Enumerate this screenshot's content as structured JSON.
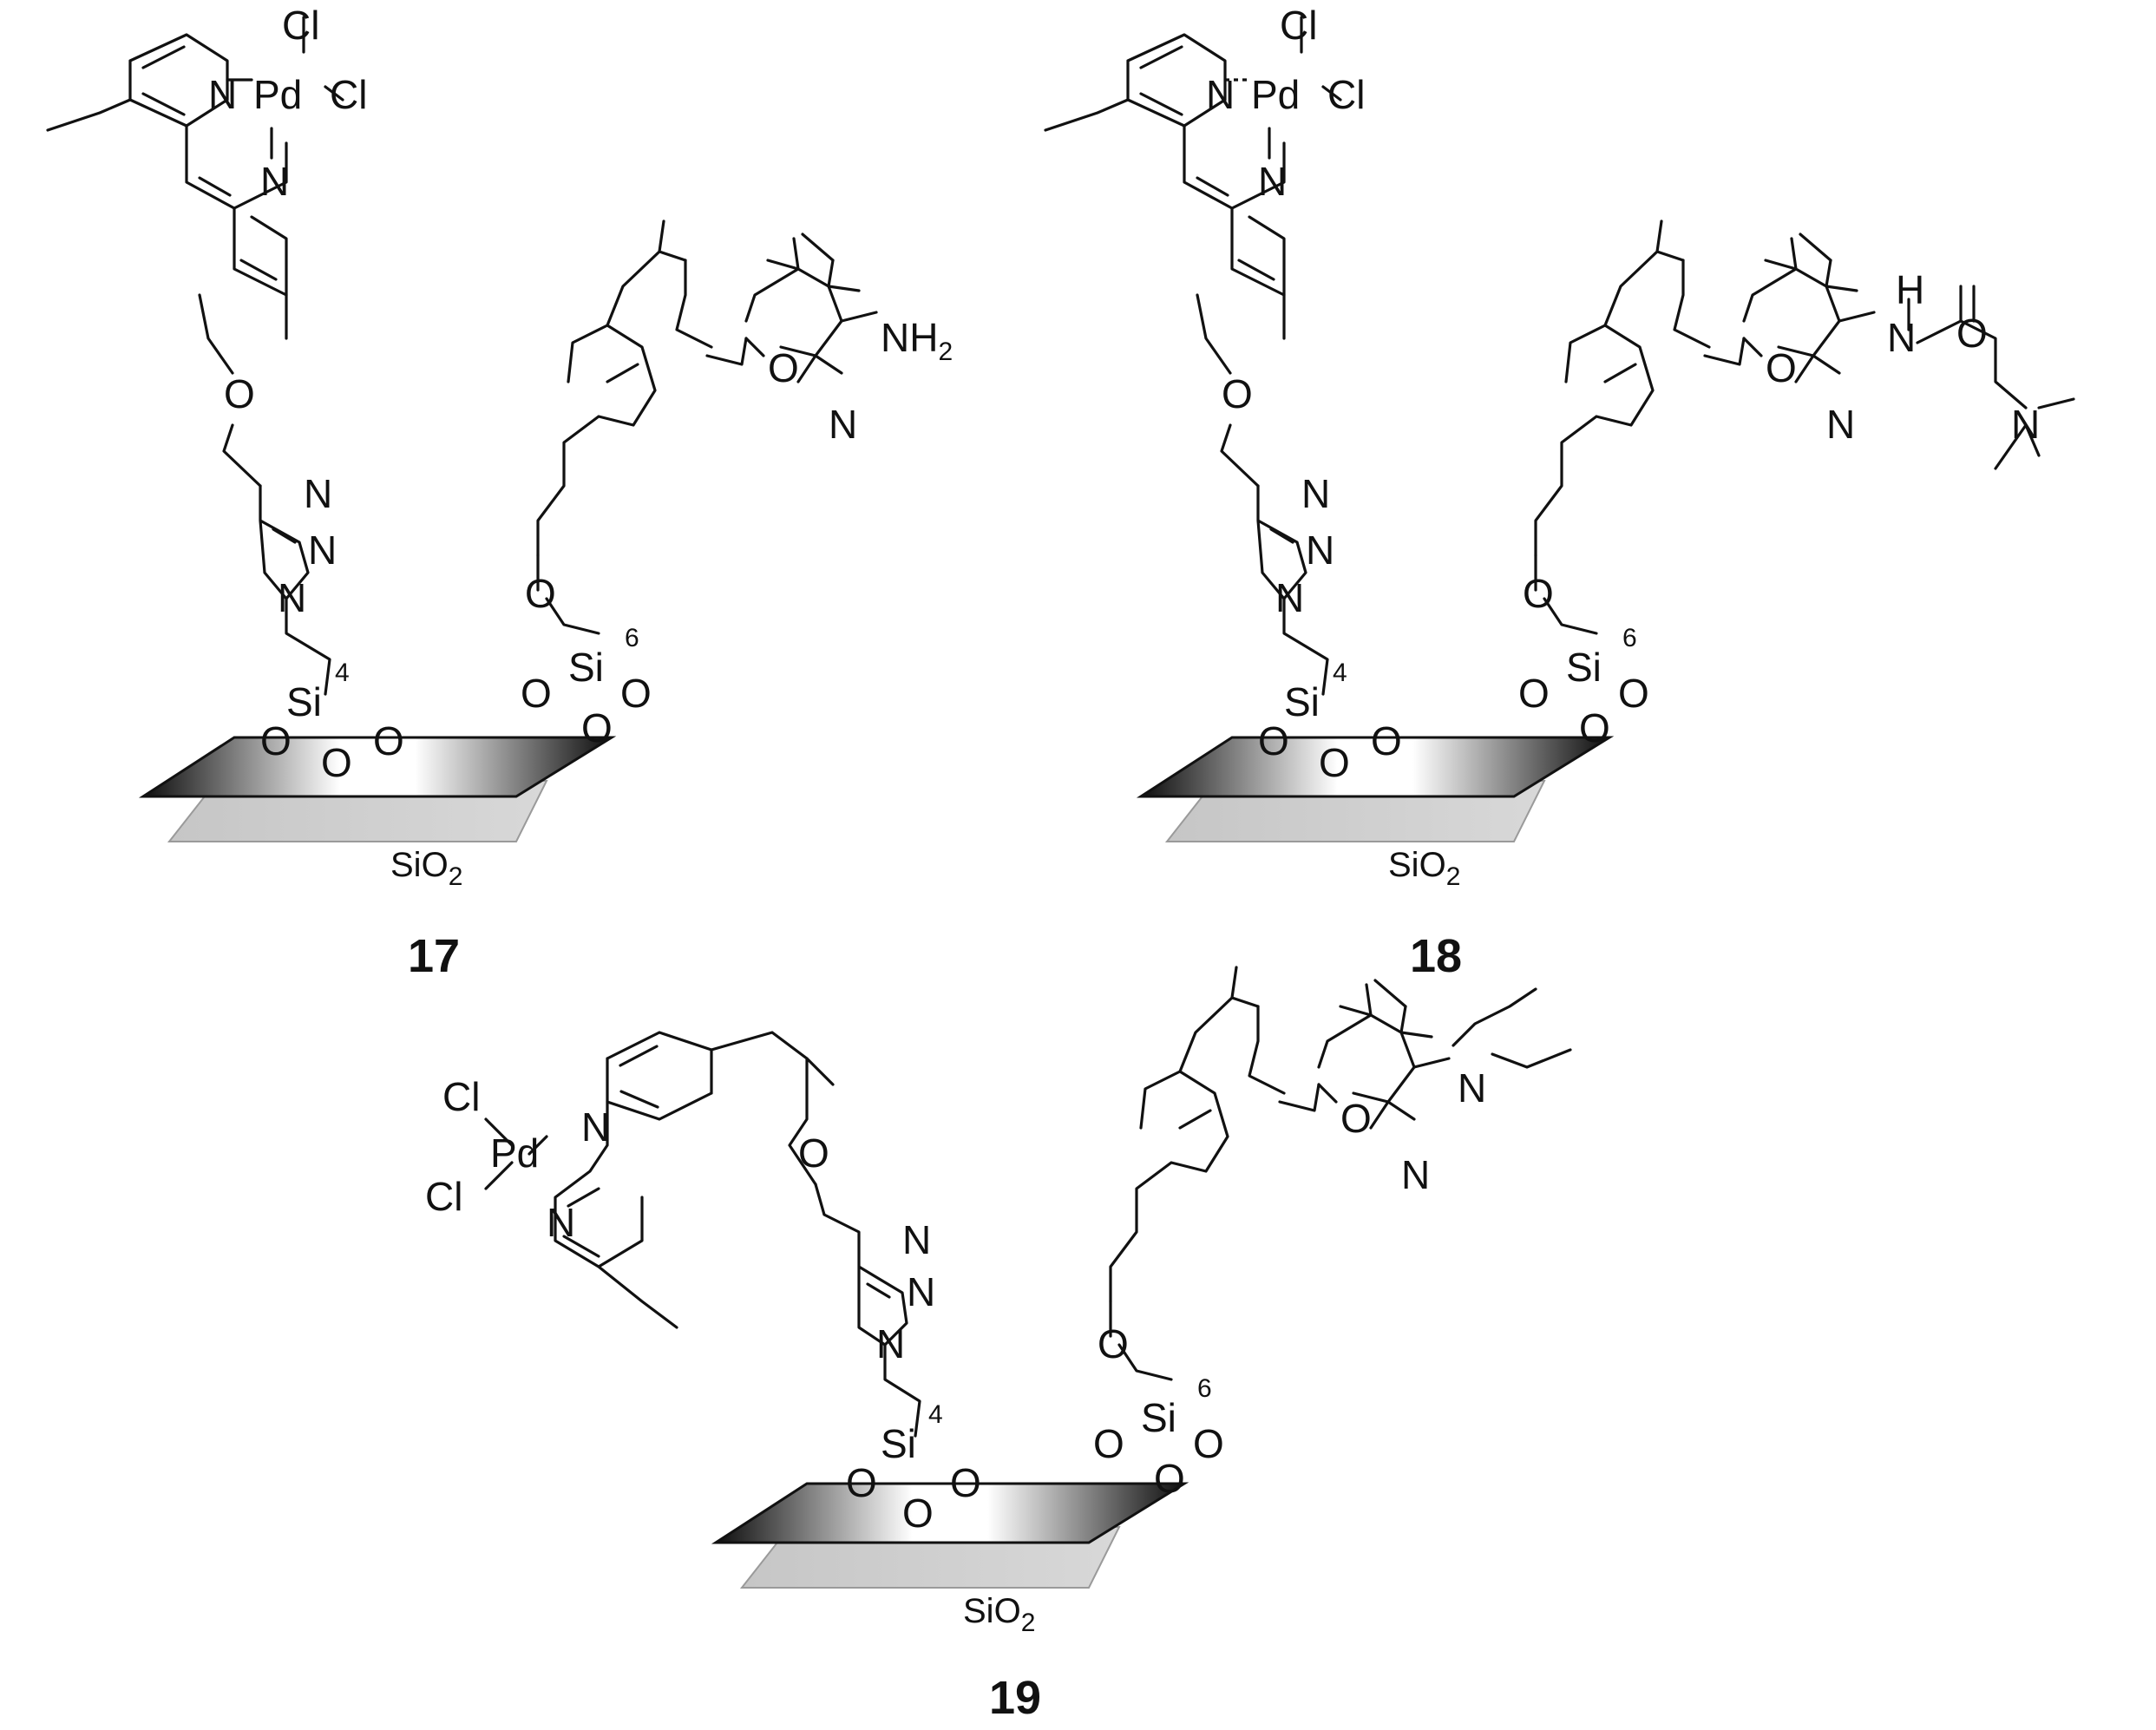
{
  "figure": {
    "compounds": [
      {
        "label": "17",
        "support": "SiO",
        "support_subscript": "2",
        "amine": "NH",
        "amine_subscript": "2",
        "linker_a": "4",
        "linker_b": "6"
      },
      {
        "label": "18",
        "support": "SiO",
        "support_subscript": "2",
        "amine": "H",
        "linker_a": "4",
        "linker_b": "6"
      },
      {
        "label": "19",
        "support": "SiO",
        "support_subscript": "2",
        "linker_a": "4",
        "linker_b": "6"
      }
    ],
    "atoms": {
      "palladium": "Pd",
      "chlorine": "Cl",
      "nitrogen": "N",
      "oxygen": "O",
      "silicon": "Si"
    }
  }
}
